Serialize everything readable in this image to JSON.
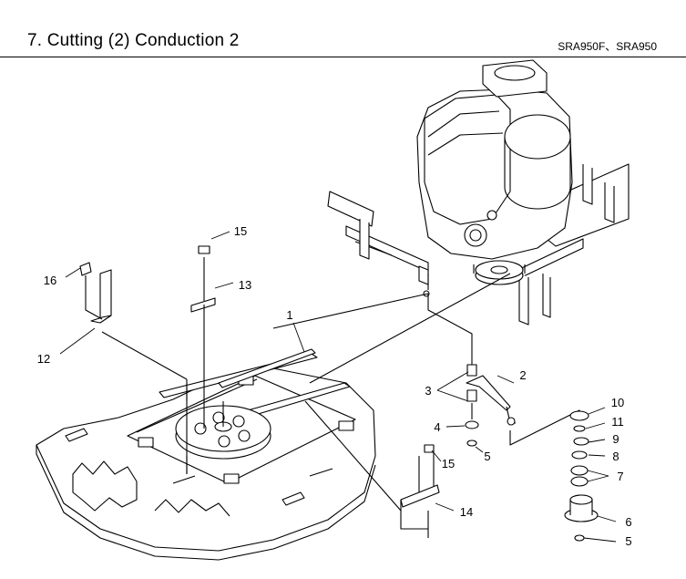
{
  "header": {
    "title": "7. Cutting (2) Conduction 2",
    "model": "SRA950F、SRA950"
  },
  "callouts": [
    {
      "id": "c16",
      "label": "16"
    },
    {
      "id": "c15a",
      "label": "15"
    },
    {
      "id": "c13",
      "label": "13"
    },
    {
      "id": "c12",
      "label": "12"
    },
    {
      "id": "c1",
      "label": "1"
    },
    {
      "id": "c2",
      "label": "2"
    },
    {
      "id": "c3",
      "label": "3"
    },
    {
      "id": "c4",
      "label": "4"
    },
    {
      "id": "c5a",
      "label": "5"
    },
    {
      "id": "c15b",
      "label": "15"
    },
    {
      "id": "c14",
      "label": "14"
    },
    {
      "id": "c10",
      "label": "10"
    },
    {
      "id": "c11",
      "label": "11"
    },
    {
      "id": "c9",
      "label": "9"
    },
    {
      "id": "c8",
      "label": "8"
    },
    {
      "id": "c7",
      "label": "7"
    },
    {
      "id": "c6",
      "label": "6"
    },
    {
      "id": "c5b",
      "label": "5"
    }
  ]
}
